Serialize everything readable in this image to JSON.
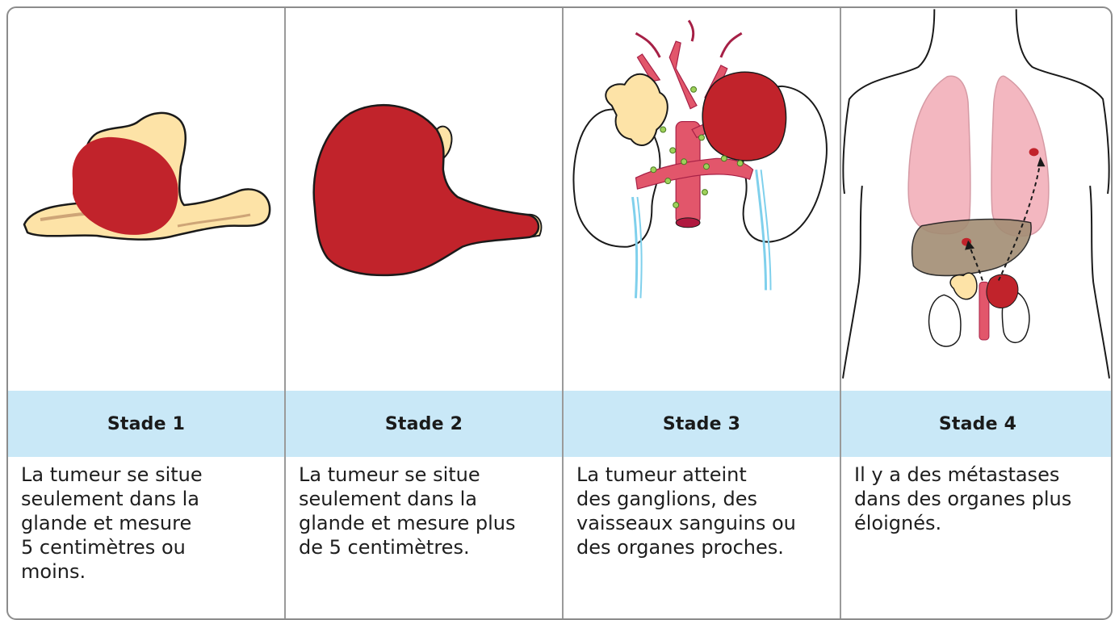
{
  "stages": [
    {
      "label": "Stade 1",
      "text": "La tumeur se situe\nseulement dans la\nglande et mesure\n5 centimètres ou\nmoins."
    },
    {
      "label": "Stade 2",
      "text": "La tumeur se situe\nseulement dans la\nglande et mesure plus\nde 5 centimètres."
    },
    {
      "label": "Stade 3",
      "text": "La tumeur atteint\ndes ganglions, des\nvaisseaux sanguins ou\ndes organes proches."
    },
    {
      "label": "Stade 4",
      "text": "Il y a des métastases\ndans des organes plus\néloignés."
    }
  ],
  "colors": {
    "tumor": "#c1232b",
    "gland": "#fde3a7",
    "band": "#c9e8f7",
    "vessel": "#e2566b",
    "lung": "#f3b7c0",
    "liver": "#a38d74"
  },
  "icons": [
    "adrenal-gland-tumor-illustration",
    "enlarged-tumor-illustration",
    "kidneys-vessels-illustration",
    "torso-metastasis-illustration"
  ]
}
